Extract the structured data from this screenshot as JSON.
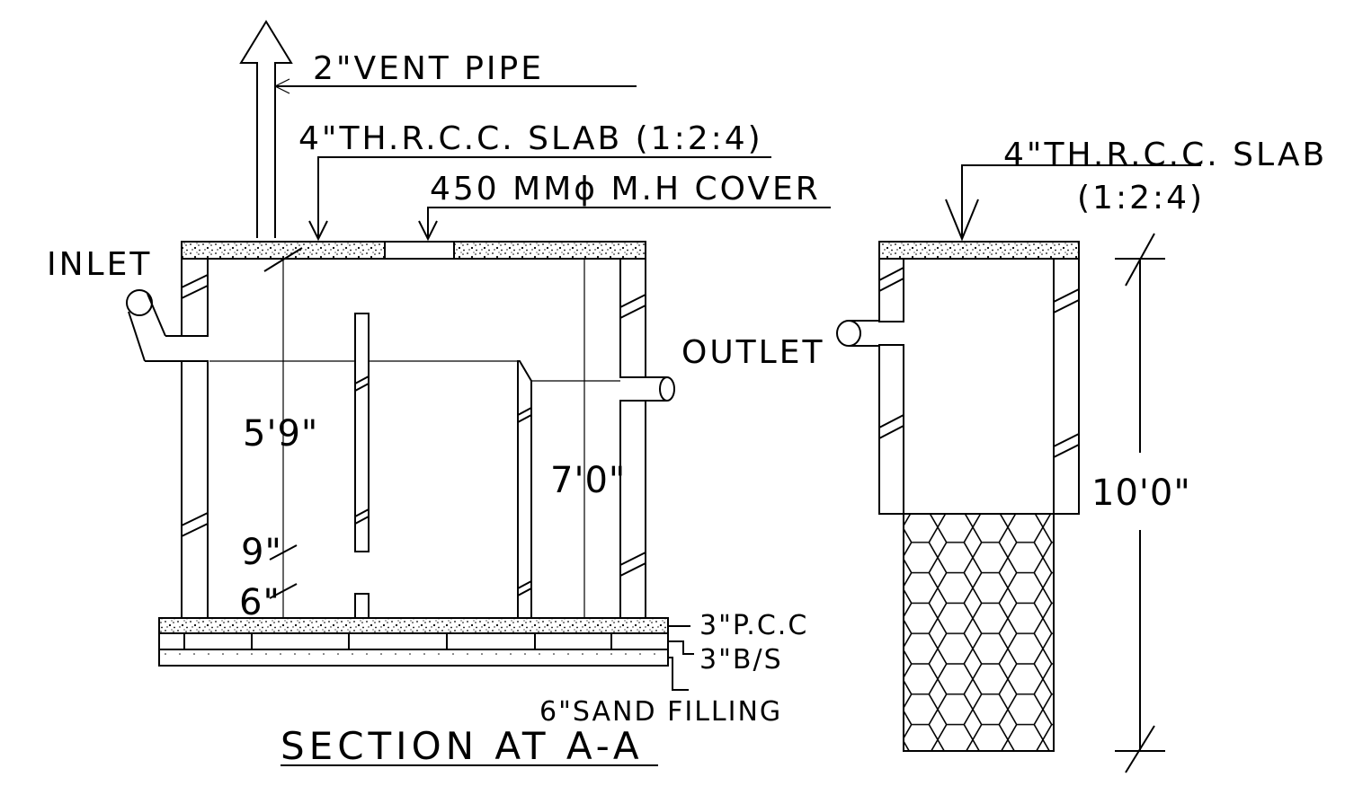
{
  "section": {
    "title": "SECTION AT A-A",
    "labels": {
      "vent_pipe": "2\"VENT PIPE",
      "slab": "4\"TH.R.C.C. SLAB (1:2:4)",
      "mh_cover": "450 MMϕ M.H COVER",
      "inlet": "INLET",
      "outlet": "OUTLET",
      "pcc": "3\"P.C.C",
      "brick_soling": "3\"B/S",
      "sand_filling": "6\"SAND FILLING"
    },
    "dimensions": {
      "left_depth": "5'9\"",
      "right_depth": "7'0\"",
      "gap_upper": "9\"",
      "gap_lower": "6\""
    }
  },
  "soak_pit": {
    "slab_line1": "4\"TH.R.C.C. SLAB",
    "slab_line2": "(1:2:4)",
    "depth": "10'0\""
  },
  "colors": {
    "line": "#000000",
    "background": "#ffffff"
  }
}
